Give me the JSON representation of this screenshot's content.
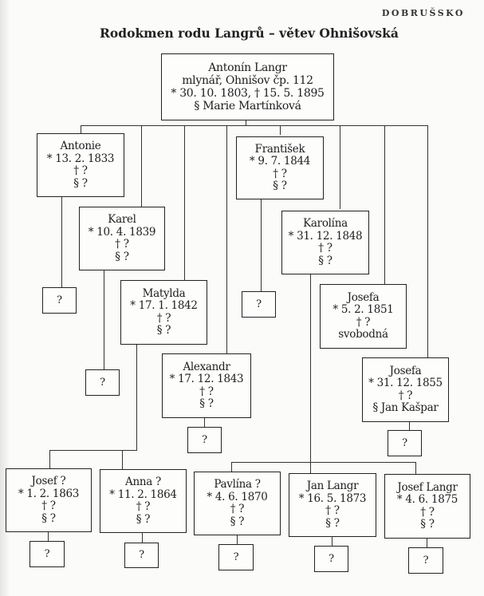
{
  "header": "DOBRUŠSKO",
  "title": "Rodokmen rodu Langrů – větev Ohnišovská",
  "root": {
    "name": "Antonín Langr",
    "occupation": "mlynář, Ohnišov čp. 112",
    "dates": "* 30. 10. 1803, † 15. 5. 1895",
    "spouse": "§ Marie Martínková"
  },
  "children": [
    {
      "name": "Antonie",
      "born": "* 13. 2. 1833",
      "died": "† ?",
      "spouse": "§ ?",
      "descendant": "?"
    },
    {
      "name": "Karel",
      "born": "* 10. 4. 1839",
      "died": "† ?",
      "spouse": "§ ?",
      "descendant": "?"
    },
    {
      "name": "Matylda",
      "born": "* 17. 1. 1842",
      "died": "† ?",
      "spouse": "§ ?"
    },
    {
      "name": "Alexandr",
      "born": "* 17. 12. 1843",
      "died": "† ?",
      "spouse": "§ ?",
      "descendant": "?"
    },
    {
      "name": "František",
      "born": "* 9. 7. 1844",
      "died": "† ?",
      "spouse": "§ ?",
      "descendant": "?"
    },
    {
      "name": "Karolína",
      "born": "* 31. 12. 1848",
      "died": "† ?",
      "spouse": "§ ?"
    },
    {
      "name": "Josefa",
      "born": "* 5. 2. 1851",
      "died": "† ?",
      "spouse": "svobodná"
    },
    {
      "name": "Josefa",
      "born": "* 31. 12. 1855",
      "died": "† ?",
      "spouse": "§ Jan Kašpar",
      "descendant": "?"
    }
  ],
  "grandchildren_matylda": [
    {
      "name": "Josef ?",
      "born": "* 1. 2. 1863",
      "died": "† ?",
      "spouse": "§ ?",
      "descendant": "?"
    },
    {
      "name": "Anna ?",
      "born": "* 11. 2. 1864",
      "died": "† ?",
      "spouse": "§ ?",
      "descendant": "?"
    }
  ],
  "grandchildren_karolina": [
    {
      "name": "Pavlína ?",
      "born": "* 4. 6. 1870",
      "died": "† ?",
      "spouse": "§ ?",
      "descendant": "?"
    },
    {
      "name": "Jan Langr",
      "born": "* 16. 5. 1873",
      "died": "† ?",
      "spouse": "§ ?",
      "descendant": "?"
    },
    {
      "name": "Josef Langr",
      "born": "* 4. 6. 1875",
      "died": "† ?",
      "spouse": "§ ?",
      "descendant": "?"
    }
  ]
}
